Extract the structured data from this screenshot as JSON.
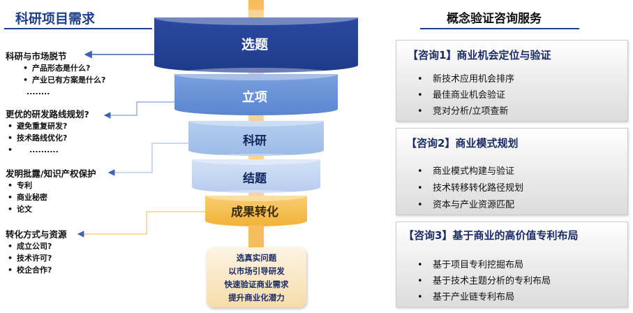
{
  "left": {
    "title": "科研项目需求",
    "groups": [
      {
        "heading": "科研与市场脱节",
        "items": [
          "产品形态是什么?",
          "产业已有方案是什么?",
          "........"
        ]
      },
      {
        "heading": "更优的研发路线规划?",
        "items": [
          "避免重复研发?",
          "技术路线优化?",
          ".........."
        ]
      },
      {
        "heading": "发明批露/知识产权保护",
        "items": [
          "专利",
          "商业秘密",
          "论文"
        ]
      },
      {
        "heading": "转化方式与资源",
        "items": [
          "成立公司?",
          "技术许可?",
          "校企合作?"
        ]
      }
    ]
  },
  "funnel": {
    "stages": [
      "选题",
      "立项",
      "科研",
      "结题",
      "成果转化"
    ],
    "bottom_lines": [
      "选真实问题",
      "以市场引导研发",
      "快速验证商业需求",
      "提升商业化潜力"
    ],
    "colors": {
      "navy": "#1e3a8a",
      "blue": "#5a86d0",
      "light_blue": "#9bbbe6",
      "pale_blue": "#b7cdee",
      "orange": "#f2b236",
      "stem": "#f6be5e",
      "arrow": "#3f63b3"
    }
  },
  "right": {
    "title": "概念验证咨询服务",
    "panels": [
      {
        "heading": "【咨询1】商业机会定位与验证",
        "items": [
          "新技术应用机会排序",
          "最佳商业机会验证",
          "竞对分析/立项查新"
        ]
      },
      {
        "heading": "【咨询2】商业模式规划",
        "items": [
          "商业模式构建与验证",
          "技术转移转化路径规划",
          "资本与产业资源匹配"
        ]
      },
      {
        "heading": "【咨询3】基于商业的高价值专利布局",
        "items": [
          "基于项目专利挖掘布局",
          "基于技术主题分析的专利布局",
          "基于产业链专利布局"
        ]
      }
    ]
  }
}
